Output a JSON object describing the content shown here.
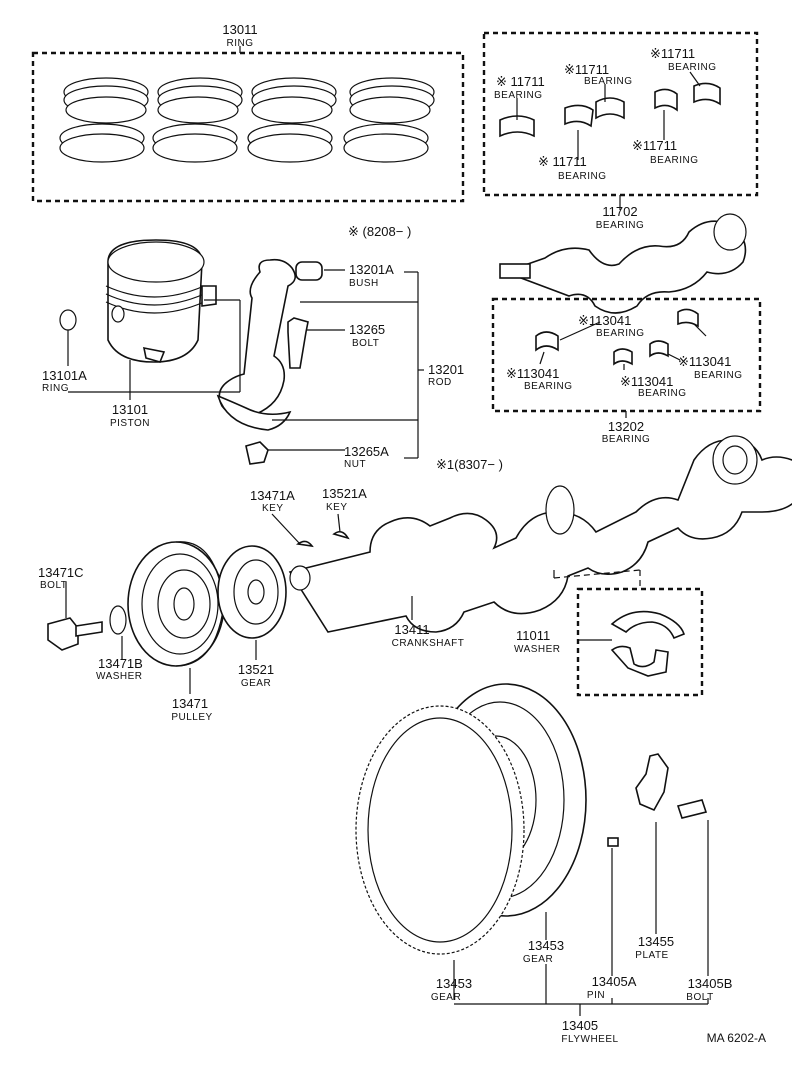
{
  "diagram": {
    "code": "MA 6202-A",
    "serial_notes": {
      "rod_range": "※  (8208−      )",
      "crank_range": "※1(8307−      )"
    },
    "parts": {
      "ring": {
        "num": "13011",
        "name": "RING"
      },
      "bearing_set": {
        "num": "11711",
        "name": "BEARING"
      },
      "bearing_a": {
        "num": "※ 11711",
        "name": "BEARING"
      },
      "bearing_b": {
        "num": "※11711",
        "name": "BEARING"
      },
      "bearing_c": {
        "num": "※11711",
        "name": "BEARING"
      },
      "bearing_d": {
        "num": "※ 11711",
        "name": "BEARING"
      },
      "bearing_e": {
        "num": "※11711",
        "name": "BEARING"
      },
      "crank_bearing": {
        "num": "11702",
        "name": "BEARING"
      },
      "bush": {
        "num": "13201A",
        "name": "BUSH"
      },
      "rod_bolt": {
        "num": "13265",
        "name": "BOLT"
      },
      "rod": {
        "num": "13201",
        "name": "ROD"
      },
      "nut": {
        "num": "13265A",
        "name": "NUT"
      },
      "piston_ring": {
        "num": "13101A",
        "name": "RING"
      },
      "piston": {
        "num": "13101",
        "name": "PISTON"
      },
      "rb1": {
        "num": "※113041",
        "name": "BEARING"
      },
      "rb2": {
        "num": "※113041",
        "name": "BEARING"
      },
      "rb3": {
        "num": "※113041",
        "name": "BEARING"
      },
      "rb4": {
        "num": "※113041",
        "name": "BEARING"
      },
      "rod_bearing": {
        "num": "13202",
        "name": "BEARING"
      },
      "key_a": {
        "num": "13471A",
        "name": "KEY"
      },
      "key_b": {
        "num": "13521A",
        "name": "KEY"
      },
      "pulley_bolt": {
        "num": "13471C",
        "name": "BOLT"
      },
      "washer_b": {
        "num": "13471B",
        "name": "WASHER"
      },
      "pulley": {
        "num": "13471",
        "name": "PULLEY"
      },
      "gear": {
        "num": "13521",
        "name": "GEAR"
      },
      "crankshaft": {
        "num": "13411",
        "name": "CRANKSHAFT"
      },
      "thrust_washer": {
        "num": "11011",
        "name": "WASHER"
      },
      "ring_gear_a": {
        "num": "13453",
        "name": "GEAR"
      },
      "ring_gear_b": {
        "num": "13453",
        "name": "GEAR"
      },
      "plate": {
        "num": "13455",
        "name": "PLATE"
      },
      "pin": {
        "num": "13405A",
        "name": "PIN"
      },
      "fw_bolt": {
        "num": "13405B",
        "name": "BOLT"
      },
      "flywheel": {
        "num": "13405",
        "name": "FLYWHEEL"
      }
    }
  }
}
